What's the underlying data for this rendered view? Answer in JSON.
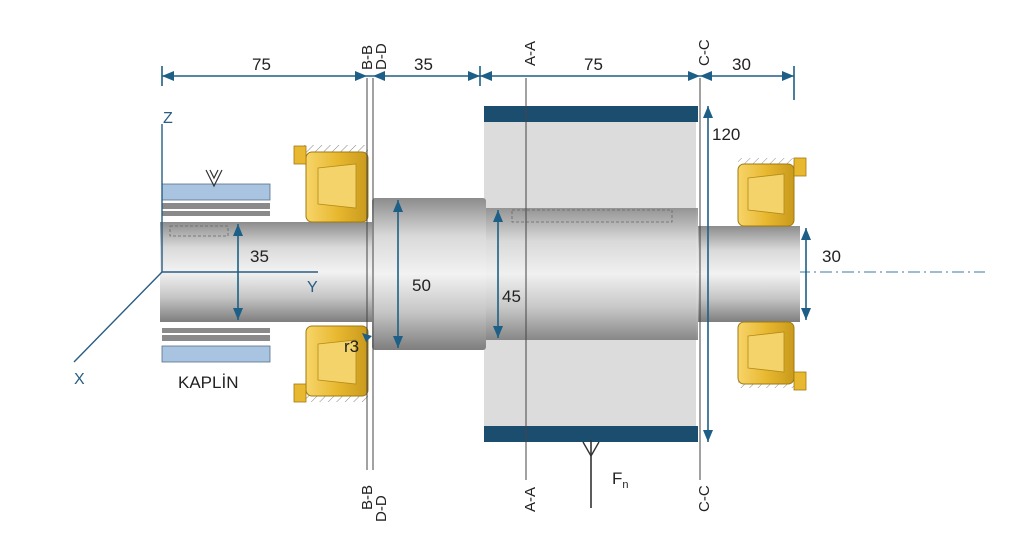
{
  "dimensions": {
    "len_left": "75",
    "len_mid": "35",
    "len_hub": "75",
    "len_right": "30",
    "hub_dia": "120",
    "dia_left": "35",
    "dia_step": "50",
    "dia_hub_shaft": "45",
    "dia_right": "30",
    "fillet": "r3"
  },
  "sections": {
    "bb": "B-B",
    "dd": "D-D",
    "aa": "A-A",
    "cc": "C-C"
  },
  "axes": {
    "x": "X",
    "y": "Y",
    "z": "Z"
  },
  "labels": {
    "coupling": "KAPLİN",
    "force": "F",
    "force_sub": "n"
  },
  "colors": {
    "dimension": "#1d5f86",
    "bearing": "#e8b830",
    "coupling": "#a9c4e0",
    "hub_band": "#1b4d6e",
    "shaft": "#b8b8b8"
  }
}
